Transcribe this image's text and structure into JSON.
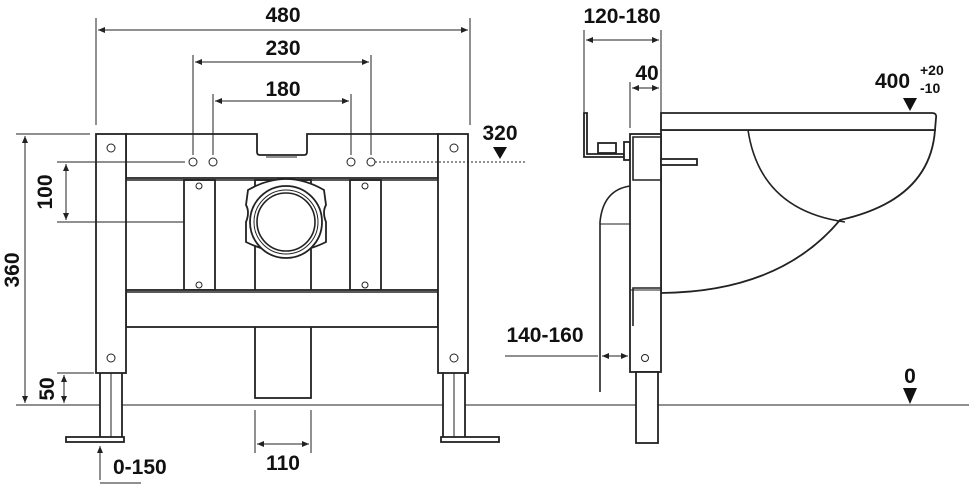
{
  "front_view": {
    "dim_width_total": "480",
    "dim_outer_holes": "230",
    "dim_inner_holes": "180",
    "dim_hole_height": "320",
    "dim_frame_height": "360",
    "dim_hole_to_outlet": "100",
    "dim_leg_extension": "50",
    "dim_foot_adjust": "0-150",
    "dim_pipe_diameter": "110"
  },
  "side_view": {
    "dim_wall_distance": "120-180",
    "dim_frame_depth": "40",
    "dim_seat_height": "400",
    "dim_seat_tol_plus": "+20",
    "dim_seat_tol_minus": "-10",
    "dim_pipe_offset": "140-160",
    "dim_floor_level": "0"
  },
  "colors": {
    "line": "#222222",
    "background": "#ffffff"
  }
}
